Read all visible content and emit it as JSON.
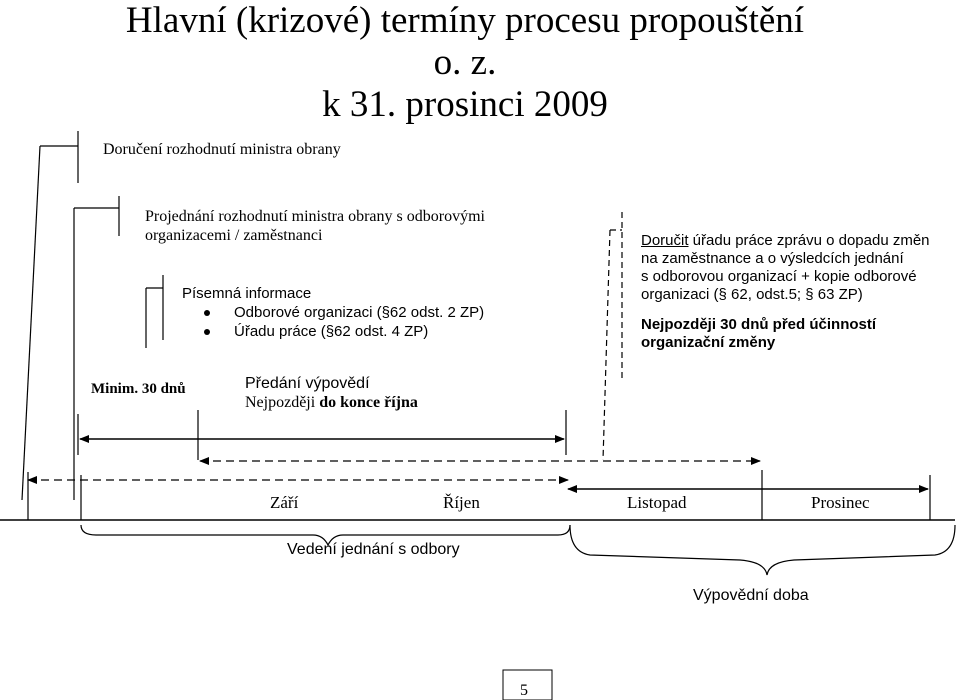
{
  "title": {
    "line1": "Hlavní (krizové) termíny procesu propouštění o. z.",
    "line2": "k 31. prosinci 2009"
  },
  "step_delivery": "Doručení rozhodnutí ministra obrany",
  "step_negotiation": {
    "line1": "Projednání rozhodnutí ministra obrany s odborovými",
    "line2": "organizacemi / zaměstnanci"
  },
  "written_info": {
    "heading": "Písemná informace",
    "items": [
      "Odborové organizaci (§62 odst. 2 ZP)",
      "Úřadu práce (§62 odst. 4 ZP)"
    ]
  },
  "min_days": "Minim. 30 dnů",
  "notice": {
    "line1": "Předání výpovědí",
    "line2_prefix": "Nejpozději ",
    "line2_bold": "do konce října"
  },
  "labor_office": {
    "line1_underlined": "Doručit",
    "line1_rest": " úřadu práce zprávu o dopadu změn",
    "line2": "na zaměstnance a o výsledcích jednání",
    "line3": "s odborovou organizací + kopie odborové",
    "line4": "organizaci (§ 62, odst.5; § 63 ZP)",
    "deadline_line1": "Nejpozději 30 dnů před účinností",
    "deadline_line2": "organizační změny"
  },
  "months": [
    "Září",
    "Říjen",
    "Listopad",
    "Prosinec"
  ],
  "negotiation_period": "Vedení jednání s odbory",
  "notice_period": "Výpovědní doba",
  "page_number": "5"
}
